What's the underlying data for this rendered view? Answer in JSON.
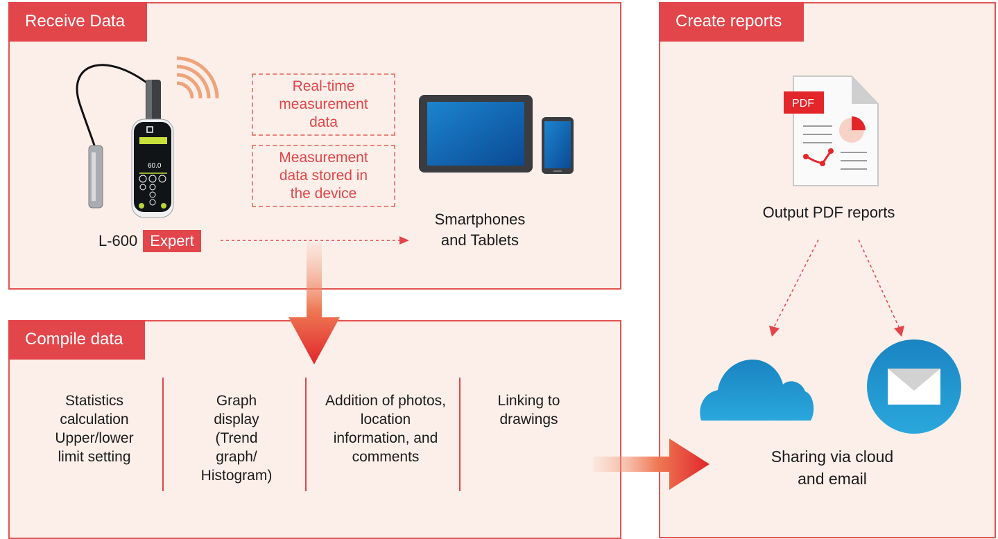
{
  "receive": {
    "tab": "Receive Data",
    "box1": "Real-time measurement data",
    "box2": "Measurement data stored in the device",
    "device_model": "L-600",
    "device_badge": "Expert",
    "device_screen_value": "60.0",
    "devices_caption": "Smartphones and Tablets"
  },
  "reports": {
    "tab": "Create reports",
    "pdf_label": "PDF",
    "output_caption": "Output PDF reports",
    "share_caption": "Sharing via cloud and email"
  },
  "compile": {
    "tab": "Compile data",
    "items": [
      "Statistics calculation Upper/lower limit setting",
      "Graph display (Trend graph/ Histogram)",
      "Addition of photos, location information, and comments",
      "Linking to drawings"
    ]
  },
  "colors": {
    "accent": "#e2454a",
    "panel_bg": "#fcefe9",
    "dash": "#e8837b",
    "cloud": "#1e8fc4"
  }
}
